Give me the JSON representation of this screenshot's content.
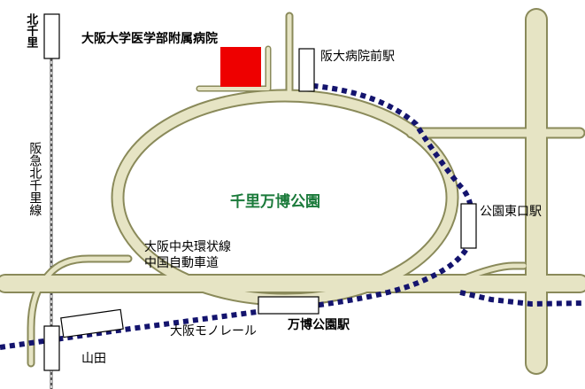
{
  "map": {
    "hospital_label": "大阪大学医学部附属病院",
    "station_handai_label": "阪大病院前駅",
    "station_koen_higashi_label": "公園東口駅",
    "station_banpaku_label": "万博公園駅",
    "park_label": "千里万博公園",
    "expressway_label_line1": "大阪中央環状線",
    "expressway_label_line2": "中国自動車道",
    "monorail_label": "大阪モノレール",
    "yamada_label": "山田",
    "kitasenri_label": "北千里",
    "hankyu_line_label": "阪急北千里線"
  },
  "colors": {
    "road_fill": "#e6e4c4",
    "road_edge": "#8a8a5a",
    "monorail": "#14146e",
    "hospital": "#ee0000",
    "park_text": "#1a7a3a"
  }
}
